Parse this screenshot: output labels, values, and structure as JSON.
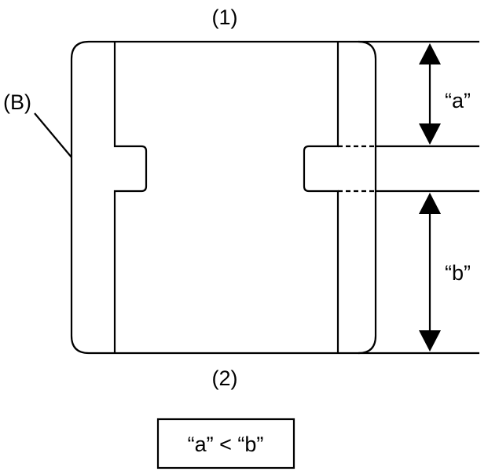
{
  "labels": {
    "top": "(1)",
    "bottom": "(2)",
    "part": "(B)",
    "dim_a": "“a”",
    "dim_b": "“b”"
  },
  "relation": "“a” < “b”",
  "colors": {
    "stroke": "#000000",
    "background": "#ffffff"
  }
}
